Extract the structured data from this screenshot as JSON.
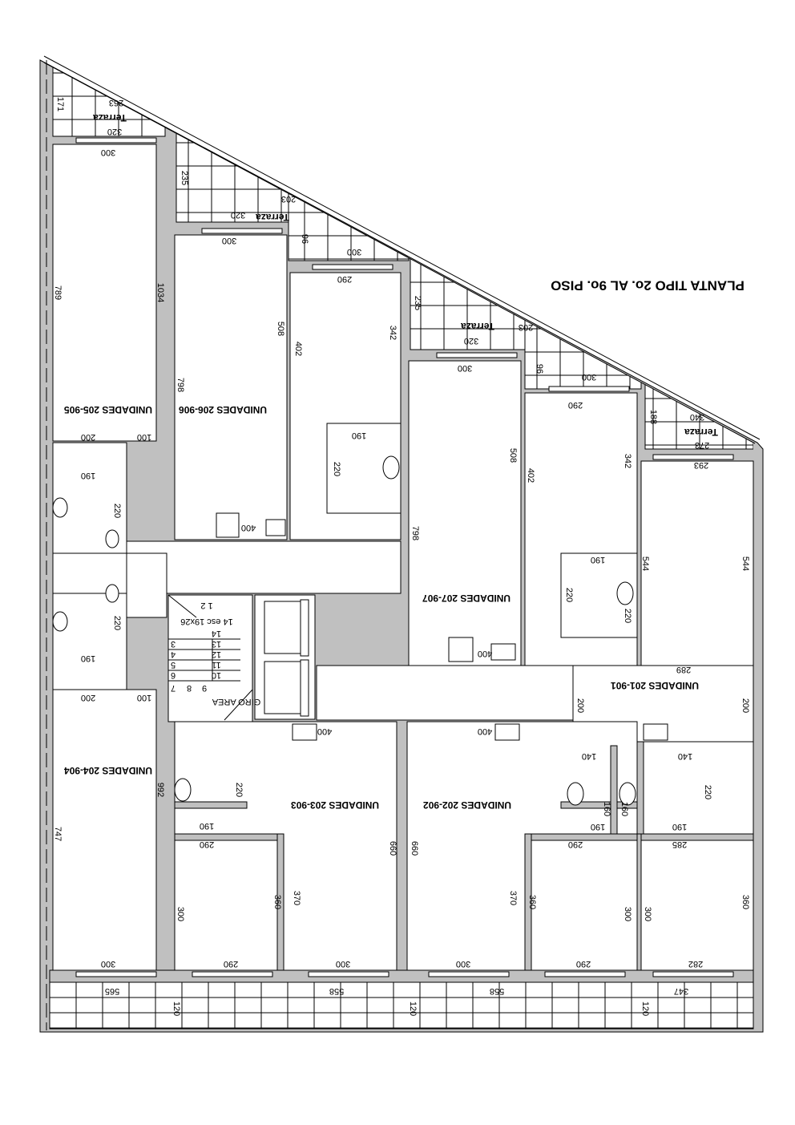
{
  "title": "PLANTA TIPO 2o. AL 9o. PISO",
  "units": [
    "UNIDADES 205-905",
    "UNIDADES 206-906",
    "UNIDADES 207-907",
    "UNIDADES 201-901",
    "UNIDADES 204-904",
    "UNIDADES 203-903",
    "UNIDADES 202-902"
  ],
  "terraces": [
    "Terraza",
    "Terraza",
    "Terraza",
    "Terraza"
  ],
  "stair_labels": [
    "1 2",
    "14 esc 19x26",
    "14",
    "13",
    "12",
    "11",
    "10",
    "9",
    "8",
    "3",
    "4",
    "5",
    "6",
    "7"
  ],
  "stair_note": "GIRO AREA",
  "dims": [
    "300",
    "320",
    "263",
    "171",
    "300",
    "320",
    "203",
    "300",
    "290",
    "235",
    "96",
    "235",
    "320",
    "203",
    "96",
    "300",
    "300",
    "290",
    "188",
    "340",
    "273",
    "293",
    "789",
    "1034",
    "798",
    "508",
    "402",
    "342",
    "508",
    "402",
    "342",
    "798",
    "544",
    "544",
    "190",
    "220",
    "400",
    "200",
    "100",
    "190",
    "220",
    "220",
    "190",
    "200",
    "100",
    "992",
    "747",
    "190",
    "220",
    "220",
    "400",
    "289",
    "200",
    "200",
    "400",
    "400",
    "140",
    "140",
    "220",
    "220",
    "190",
    "190",
    "160",
    "160",
    "190",
    "290",
    "290",
    "285",
    "660",
    "660",
    "370",
    "360",
    "300",
    "370",
    "360",
    "300",
    "300",
    "360",
    "300",
    "290",
    "300",
    "300",
    "290",
    "282",
    "565",
    "558",
    "558",
    "347",
    "120",
    "120",
    "120"
  ],
  "colors": {
    "wall": "#c0c0c0",
    "line": "#000000",
    "background": "#ffffff"
  }
}
